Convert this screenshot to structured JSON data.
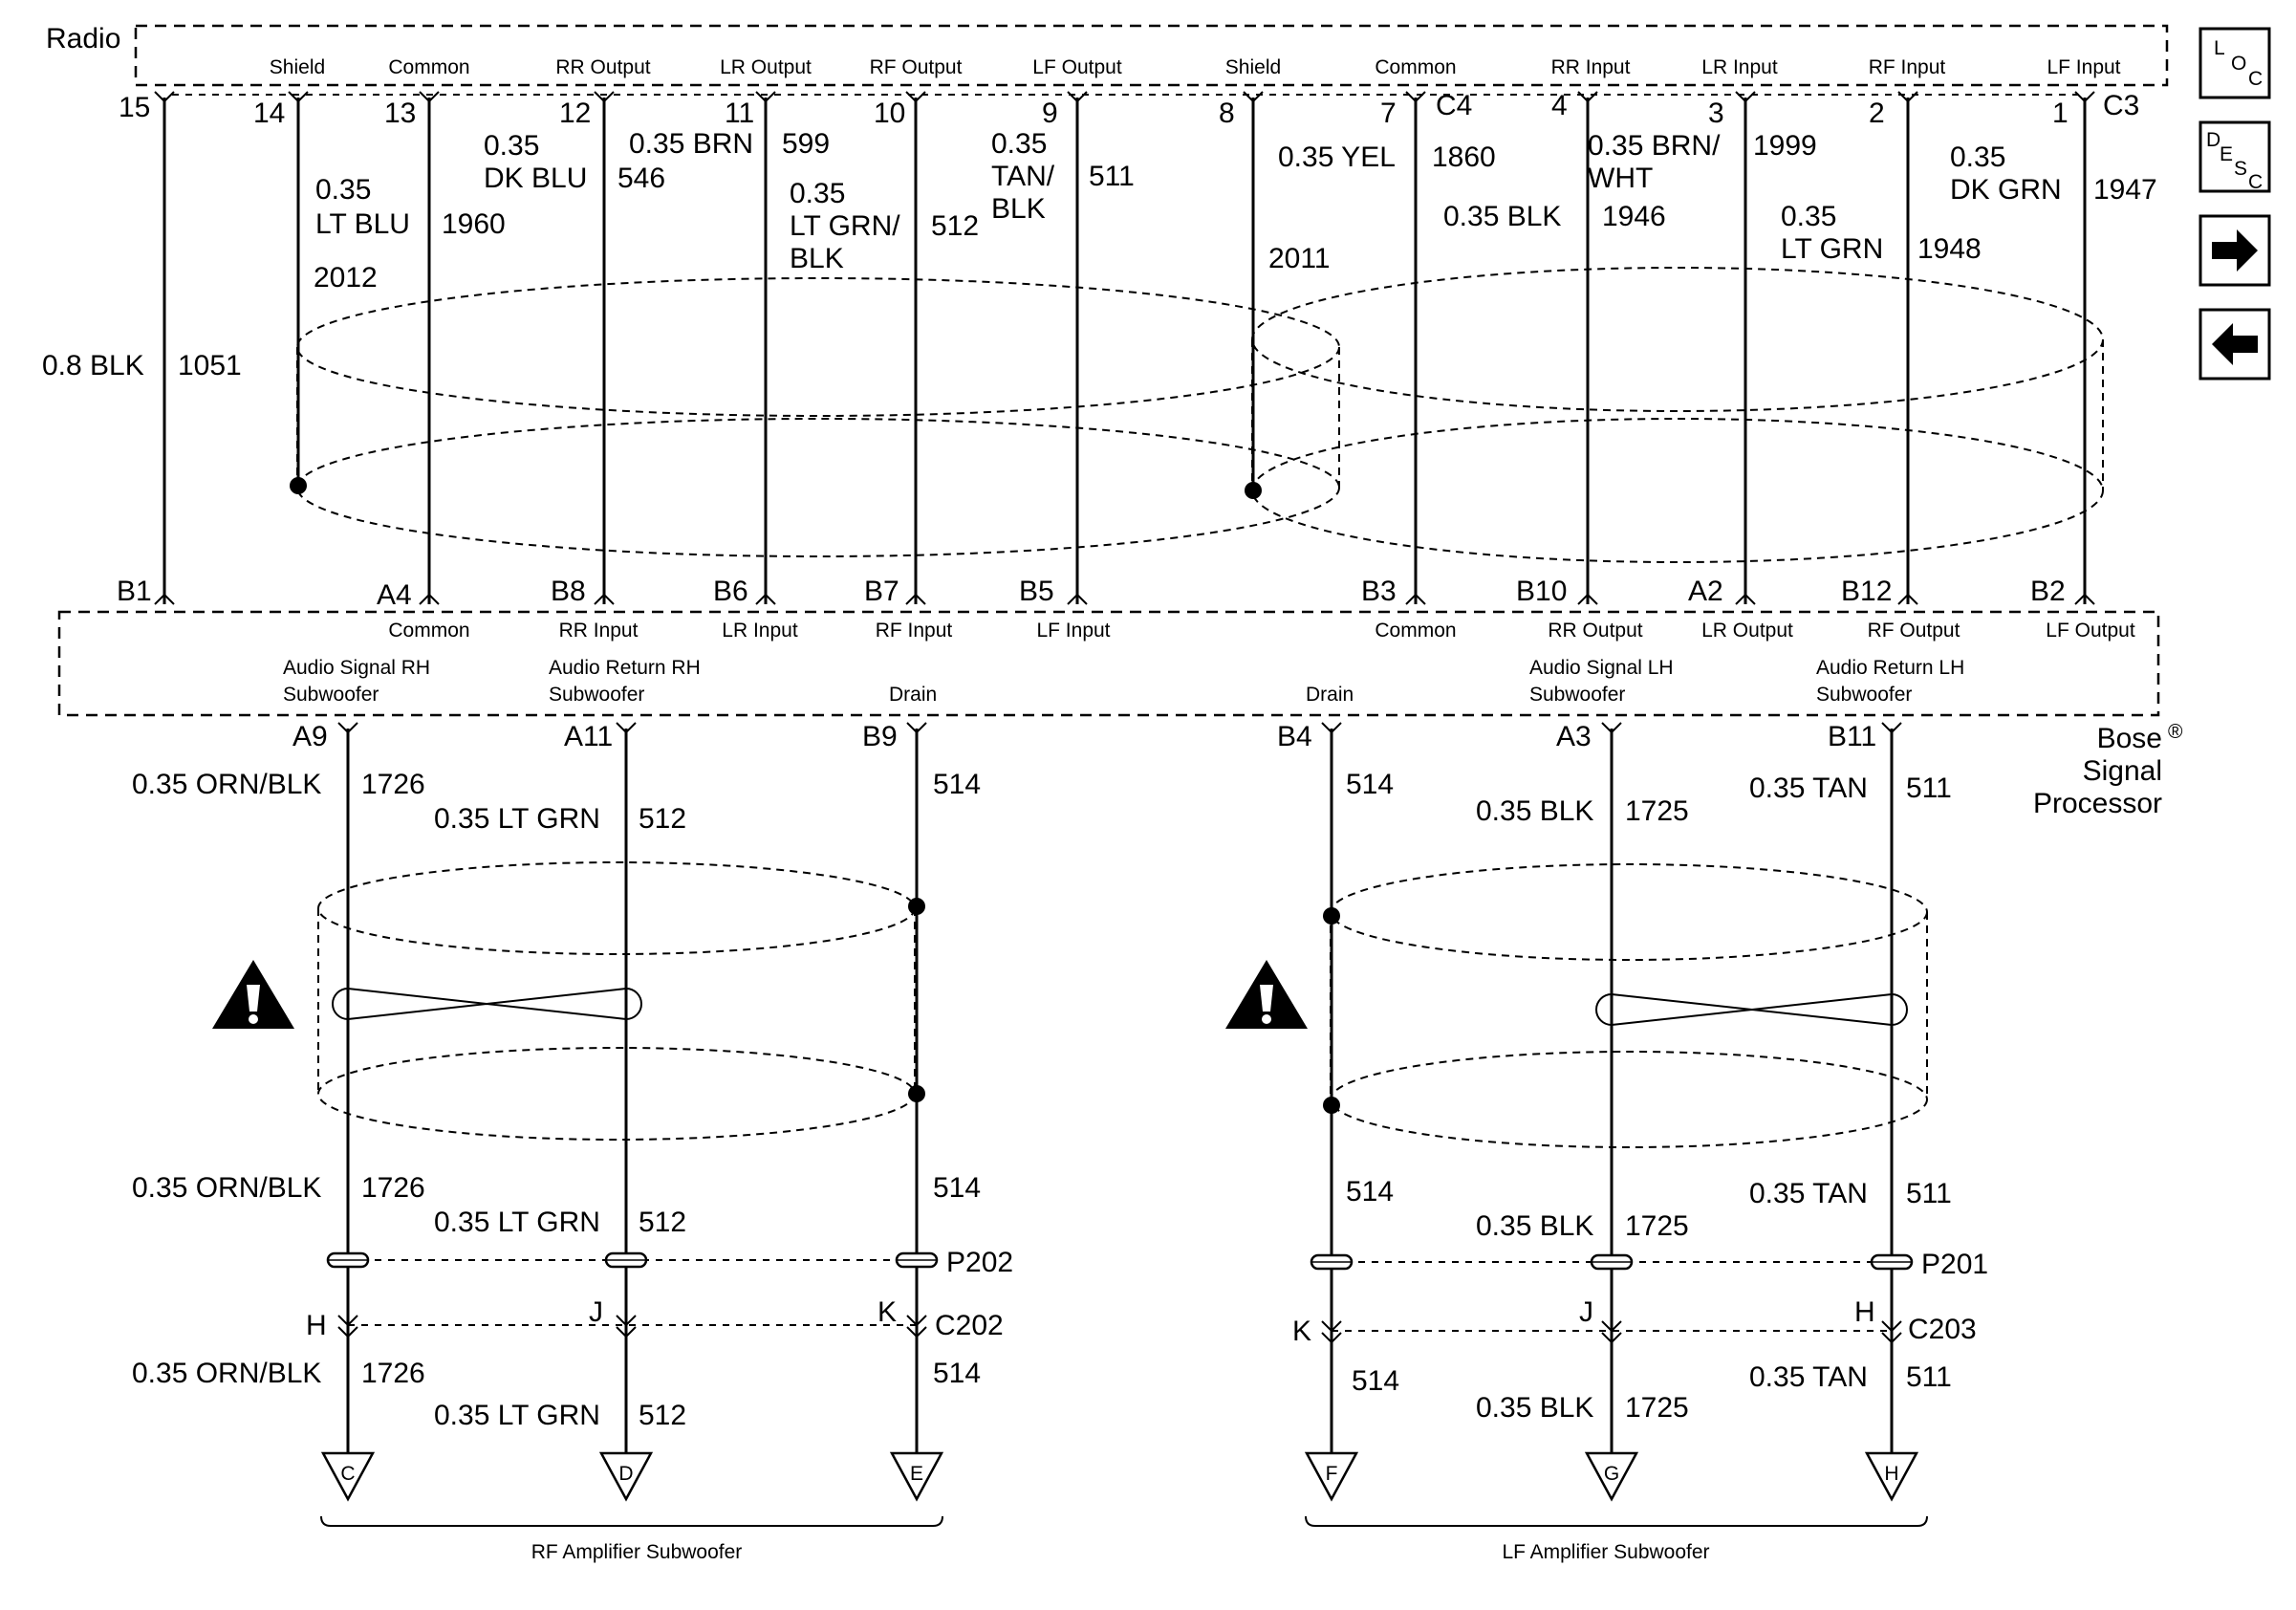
{
  "radio": {
    "label": "Radio",
    "headers": [
      "Shield",
      "Common",
      "RR Output",
      "LR Output",
      "RF Output",
      "LF Output",
      "Shield",
      "Common",
      "RR Input",
      "LR Input",
      "RF Input",
      "LF Input"
    ],
    "pins": [
      "15",
      "14",
      "13",
      "12",
      "11",
      "10",
      "9",
      "8",
      "7",
      "4",
      "3",
      "2",
      "1"
    ],
    "connectors": [
      "C4",
      "C3"
    ]
  },
  "top_wires": [
    {
      "color": "0.8 BLK",
      "circuit": "1051"
    },
    {
      "color_line1": "0.35",
      "color_line2": "LT BLU",
      "circuit_a": "1960",
      "circuit_b": "2012"
    },
    {
      "color_line1": "0.35",
      "color_line2": "DK BLU",
      "circuit": "546"
    },
    {
      "color": "0.35 BRN",
      "circuit": "599"
    },
    {
      "color_line1": "0.35",
      "color_line2": "LT GRN/",
      "color_line3": "BLK",
      "circuit": "512"
    },
    {
      "color_line1": "0.35",
      "color_line2": "TAN/",
      "color_line3": "BLK",
      "circuit": "511"
    },
    {
      "circuit": "2011"
    },
    {
      "color": "0.35 YEL",
      "circuit": "1860"
    },
    {
      "color_line1": "0.35 BRN/",
      "color_line2": "WHT",
      "circuit": "1999"
    },
    {
      "color": "0.35 BLK",
      "circuit": "1946"
    },
    {
      "color_line1": "0.35",
      "color_line2": "LT GRN",
      "circuit": "1948"
    },
    {
      "color_line1": "0.35",
      "color_line2": "DK GRN",
      "circuit": "1947"
    }
  ],
  "processor": {
    "name_line1": "Bose",
    "registered": "®",
    "name_line2": "Signal",
    "name_line3": "Processor",
    "top_pins": [
      "B1",
      "A4",
      "B8",
      "B6",
      "B7",
      "B5",
      "B3",
      "B10",
      "A2",
      "B12",
      "B2"
    ],
    "top_labels": [
      "Common",
      "RR Input",
      "LR Input",
      "RF Input",
      "LF Input",
      "Common",
      "RR Output",
      "LR Output",
      "RF Output",
      "LF Output"
    ],
    "bottom_labels": [
      {
        "line1": "Audio Signal RH",
        "line2": "Subwoofer"
      },
      {
        "line1": "Audio Return RH",
        "line2": "Subwoofer"
      },
      {
        "line1": "Drain"
      },
      {
        "line1": "Drain"
      },
      {
        "line1": "Audio Signal LH",
        "line2": "Subwoofer"
      },
      {
        "line1": "Audio Return LH",
        "line2": "Subwoofer"
      }
    ],
    "bottom_pins": [
      "A9",
      "A11",
      "B9",
      "B4",
      "A3",
      "B11"
    ]
  },
  "bottom_wires": [
    {
      "color": "0.35 ORN/BLK",
      "circuit": "1726"
    },
    {
      "color": "0.35 LT GRN",
      "circuit": "512"
    },
    {
      "circuit": "514"
    },
    {
      "circuit": "514"
    },
    {
      "color": "0.35 BLK",
      "circuit": "1725"
    },
    {
      "color": "0.35 TAN",
      "circuit": "511"
    }
  ],
  "splices": {
    "left": "P202",
    "right": "P201"
  },
  "inline_connectors": {
    "left": {
      "name": "C202",
      "pins": [
        "H",
        "J",
        "K"
      ]
    },
    "right": {
      "name": "C203",
      "pins": [
        "K",
        "J",
        "H"
      ]
    }
  },
  "terminals": [
    "C",
    "D",
    "E",
    "F",
    "G",
    "H"
  ],
  "groups": {
    "left": "RF Amplifier Subwoofer",
    "right": "LF Amplifier Subwoofer"
  },
  "nav_buttons": {
    "loc": {
      "l1": "L",
      "l2": "O",
      "l3": "C"
    },
    "desc": {
      "l1": "D",
      "l2": "E",
      "l3": "S",
      "l4": "C"
    }
  }
}
